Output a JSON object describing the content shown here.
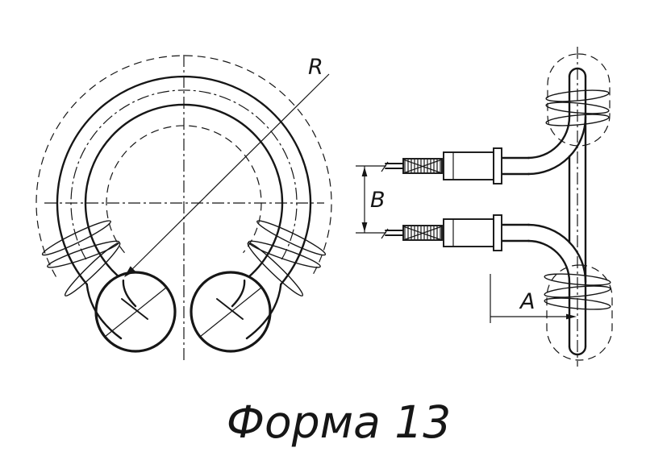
{
  "figure": {
    "title": "Форма 13",
    "dimensions": {
      "radius_label": "R",
      "spacing_label": "B",
      "offset_label": "A"
    },
    "colors": {
      "line": "#161616",
      "background": "#ffffff"
    }
  }
}
